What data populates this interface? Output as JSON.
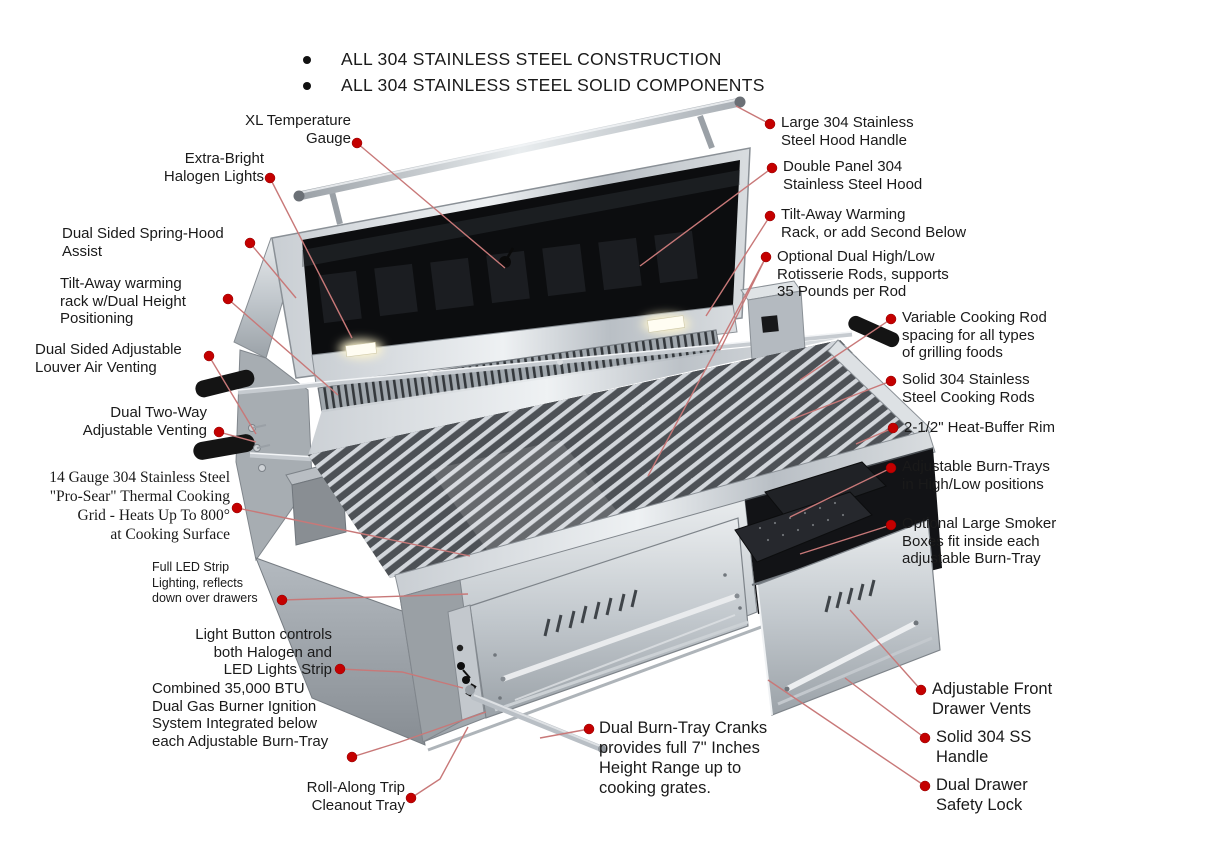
{
  "header": {
    "bullets": [
      "ALL 304 STAINLESS STEEL CONSTRUCTION",
      "ALL 304 STAINLESS STEEL SOLID COMPONENTS"
    ]
  },
  "colors": {
    "callout_dot": "#c40000",
    "callout_line": "#c87878",
    "text": "#1a1a1a",
    "steel_light": "#dfe3e6",
    "steel_mid": "#aab0b6",
    "hood_interior": "#0c0d0f",
    "background": "#ffffff"
  },
  "labels": {
    "xl_gauge": "XL Temperature\nGauge",
    "halogen": "Extra-Bright\nHalogen Lights",
    "spring_hood": "Dual Sided Spring-Hood\nAssist",
    "tilt_left": "Tilt-Away warming\nrack w/Dual Height\nPositioning",
    "louver": "Dual Sided Adjustable\nLouver Air Venting",
    "two_way": "Dual Two-Way\nAdjustable Venting",
    "prosear": "14 Gauge 304 Stainless Steel\n\"Pro-Sear\" Thermal Cooking\nGrid - Heats Up To 800°\nat Cooking Surface",
    "led_strip": "Full LED Strip\nLighting, reflects\ndown over drawers",
    "light_button": "Light Button controls\nboth Halogen and\nLED Lights Strip",
    "btu": "Combined 35,000 BTU\nDual Gas Burner Ignition\nSystem Integrated below\neach Adjustable Burn-Tray",
    "rollalong": "Roll-Along Trip\nCleanout Tray",
    "cranks": "Dual Burn-Tray Cranks\nprovides full 7\" Inches\nHeight Range up to\ncooking grates.",
    "large_handle": "Large 304 Stainless\nSteel Hood Handle",
    "double_panel": "Double Panel 304\nStainless Steel Hood",
    "tilt_right": "Tilt-Away Warming\nRack, or add Second Below",
    "optional_rot": "Optional Dual High/Low\nRotisserie Rods, supports\n35 Pounds per Rod",
    "variable": "Variable Cooking Rod\nspacing for all types\nof grilling foods",
    "solid_rods": "Solid 304 Stainless\nSteel Cooking Rods",
    "rim": "2-1/2\" Heat-Buffer Rim",
    "burn_trays": "Adjustable Burn-Trays\nin High/Low positions",
    "smoker": "Optional Large Smoker\nBoxes fit inside each\nadjustable Burn-Tray",
    "front_vents": "Adjustable Front\nDrawer Vents",
    "ss_handle": "Solid 304 SS\nHandle",
    "safety_lock": "Dual Drawer\nSafety Lock"
  }
}
